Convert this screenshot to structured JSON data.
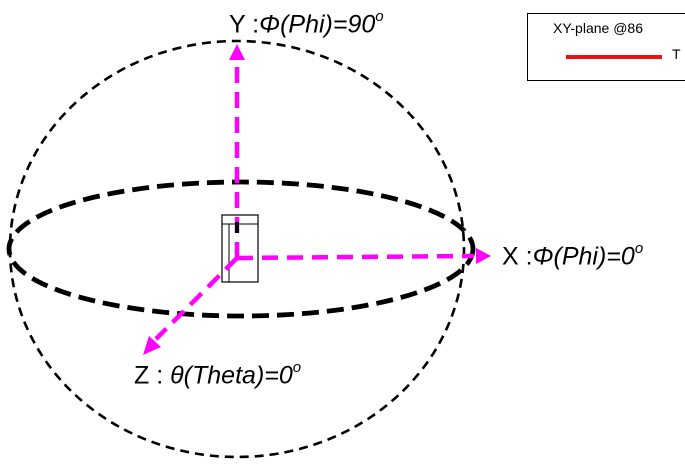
{
  "axes": {
    "y": {
      "letter": "Y",
      "sep": " :",
      "func": "Φ(Phi)=90",
      "sup": "o"
    },
    "x": {
      "letter": "X",
      "sep": " :",
      "func": "Φ(Phi)=0",
      "sup": "o"
    },
    "z": {
      "letter": "Z",
      "sep": " : ",
      "func": "θ(Theta)=0",
      "sup": "o"
    }
  },
  "legend": {
    "title": "XY-plane @86",
    "entry": "T",
    "line_color": "#ee1111"
  },
  "colors": {
    "axis_arrow": "#ff00ff",
    "outline": "#000000"
  }
}
